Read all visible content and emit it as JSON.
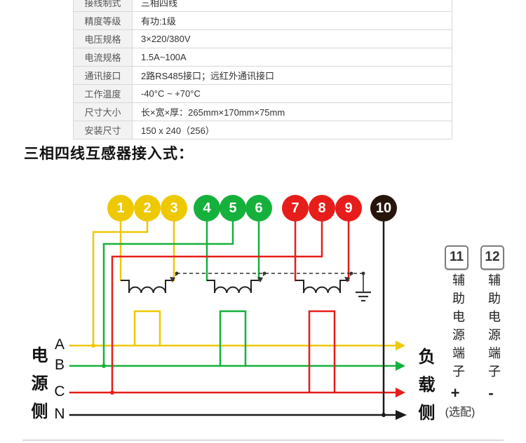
{
  "spec_table": {
    "rows": [
      {
        "label": "接线制式",
        "value": "三相四线"
      },
      {
        "label": "精度等级",
        "value": "有功:1级"
      },
      {
        "label": "电压规格",
        "value": "3×220/380V"
      },
      {
        "label": "电流规格",
        "value": "1.5A~100A"
      },
      {
        "label": "通讯接口",
        "value": "2路RS485接口；远红外通讯接口"
      },
      {
        "label": "工作温度",
        "value": "-40°C ~ +70°C"
      },
      {
        "label": "尺寸大小",
        "value": "长×宽×厚：265mm×170mm×75mm"
      },
      {
        "label": "安装尺寸",
        "value": "150 x 240（256）"
      }
    ]
  },
  "section_title": "三相四线互感器接入式：",
  "diagram": {
    "terminals": [
      {
        "label": "1",
        "color": "#eec800"
      },
      {
        "label": "2",
        "color": "#eec800"
      },
      {
        "label": "3",
        "color": "#eec800"
      },
      {
        "label": "4",
        "color": "#16b13c"
      },
      {
        "label": "5",
        "color": "#16b13c"
      },
      {
        "label": "6",
        "color": "#16b13c"
      },
      {
        "label": "7",
        "color": "#e61d1a"
      },
      {
        "label": "8",
        "color": "#e61d1a"
      },
      {
        "label": "9",
        "color": "#e61d1a"
      },
      {
        "label": "10",
        "color": "#27150c"
      }
    ],
    "aux_terminals": [
      {
        "num": "11",
        "label": "辅助电源端子",
        "polarity": "+"
      },
      {
        "num": "12",
        "label": "辅助电源端子",
        "polarity": "-"
      }
    ],
    "aux_note": "(选配)",
    "source_label": "电源侧",
    "load_label": "负载侧",
    "phases": [
      "A",
      "B",
      "C",
      "N"
    ],
    "colors": {
      "phase_a": "#eec800",
      "phase_b": "#16b13c",
      "phase_c": "#e61d1a",
      "neutral": "#1a1a1a",
      "ground": "#333333"
    }
  }
}
